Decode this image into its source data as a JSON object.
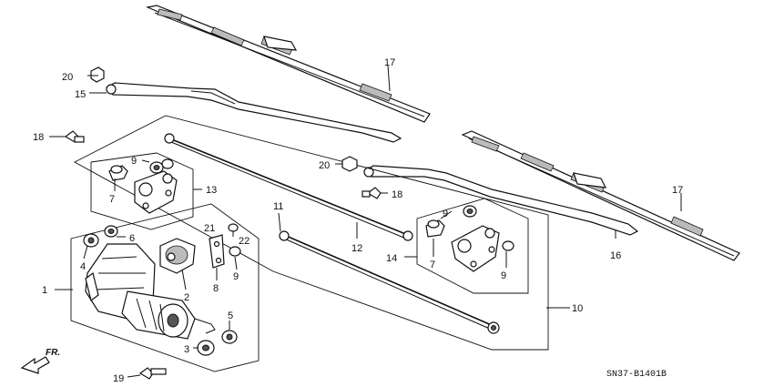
{
  "diagram_code": "SN37-B1401B",
  "front_indicator": "FR.",
  "callouts": {
    "c1": "1",
    "c2": "2",
    "c3": "3",
    "c4": "4",
    "c5": "5",
    "c6": "6",
    "c7a": "7",
    "c7b": "7",
    "c8": "8",
    "c9a": "9",
    "c9b": "9",
    "c9c": "9",
    "c9d": "9",
    "c10": "10",
    "c11": "11",
    "c12": "12",
    "c13": "13",
    "c14": "14",
    "c15": "15",
    "c16": "16",
    "c17a": "17",
    "c17b": "17",
    "c18a": "18",
    "c18b": "18",
    "c19": "19",
    "c20a": "20",
    "c20b": "20",
    "c21": "21",
    "c22": "22"
  }
}
